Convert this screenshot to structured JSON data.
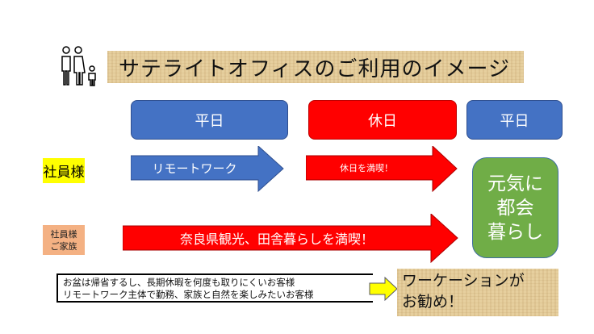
{
  "title": "サテライトオフィスのご利用のイメージ",
  "icons": {
    "family": "family-icon"
  },
  "days": [
    {
      "label": "平日"
    },
    {
      "label": "休日"
    },
    {
      "label": "平日"
    }
  ],
  "rows": {
    "employee": {
      "label": "社員様",
      "weekday_arrow": "リモートワーク",
      "holiday_arrow": "休日を満喫！"
    },
    "family": {
      "label_line1": "社員様",
      "label_line2": "ご家族",
      "arrow": "奈良県観光、田舎暮らしを満喫！"
    }
  },
  "result": {
    "line1": "元気に",
    "line2": "都会",
    "line3": "暮らし"
  },
  "note": {
    "line1": "お盆は帰省するし、長期休暇を何度も取りにくいお客様",
    "line2": "リモートワーク主体で勤務、家族と自然を楽しみたいお客様"
  },
  "recommend": {
    "line1": "ワーケーションが",
    "line2": "お勧め！"
  },
  "colors": {
    "blue": "#4472c4",
    "red": "#ff0000",
    "green": "#70ad47",
    "yellow": "#ffff00",
    "salmon": "#f4b183"
  }
}
